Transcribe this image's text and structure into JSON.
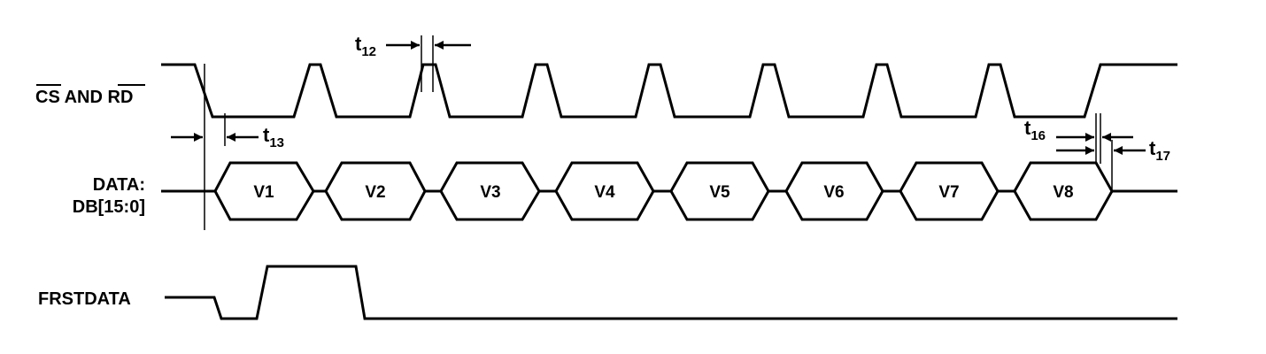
{
  "signals": {
    "cs_rd": {
      "part1": "CS",
      "mid": " AND ",
      "part2": "RD"
    },
    "data_line1": "DATA:",
    "data_line2": "DB[15:0]",
    "frstdata": "FRSTDATA"
  },
  "timings": [
    {
      "base": "t",
      "sub": "12"
    },
    {
      "base": "t",
      "sub": "13"
    },
    {
      "base": "t",
      "sub": "16"
    },
    {
      "base": "t",
      "sub": "17"
    }
  ],
  "data_values": [
    "V1",
    "V2",
    "V3",
    "V4",
    "V5",
    "V6",
    "V7",
    "V8"
  ]
}
